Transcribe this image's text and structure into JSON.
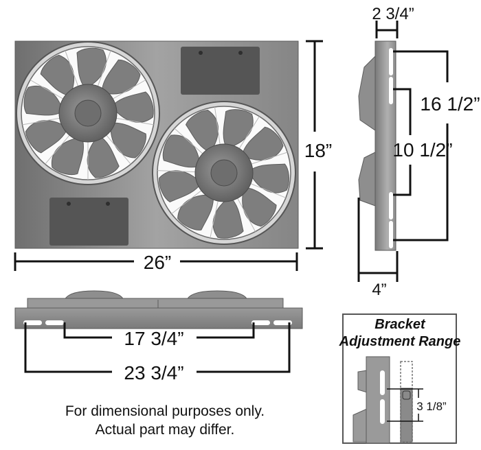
{
  "dimensions": {
    "front_width": "26”",
    "front_height": "18”",
    "side_top_width": "2 3/4”",
    "side_bottom_width": "4”",
    "side_outer_spacing": "16 1/2”",
    "side_inner_spacing": "10 1/2”",
    "bottom_inner_spacing": "17 3/4”",
    "bottom_outer_spacing": "23 3/4”"
  },
  "inset": {
    "title_line1": "Bracket",
    "title_line2": "Adjustment Range",
    "range": "3 1/8”"
  },
  "note": {
    "line1": "For dimensional purposes only.",
    "line2": "Actual part may differ."
  },
  "fan": {
    "blade_count": 9
  },
  "colors": {
    "metal": "#8a8a8a",
    "metal_dark": "#555555",
    "fan_ring": "#e8e8e8",
    "line": "#111111"
  }
}
